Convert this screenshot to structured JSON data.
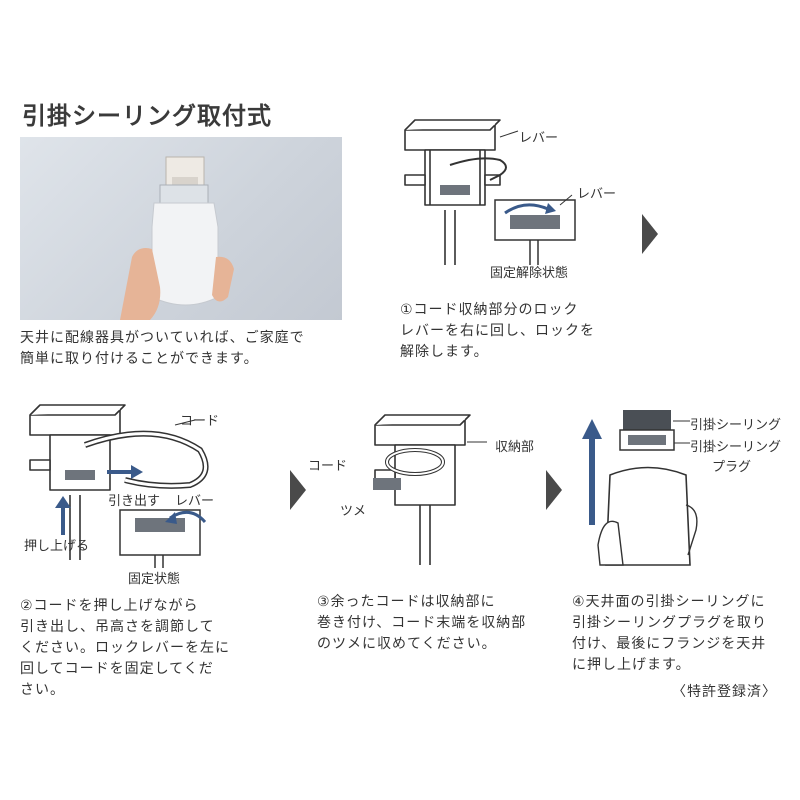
{
  "title": "引掛シーリング取付式",
  "intro": [
    "天井に配線器具がついていれば、ご家庭で",
    "簡単に取り付けることができます。"
  ],
  "step1": {
    "labels": {
      "lever1": "レバー",
      "lever2": "レバー",
      "state": "固定解除状態"
    },
    "text": [
      "①コード収納部分のロック",
      "レバーを右に回し、ロックを",
      "解除します。"
    ]
  },
  "step2": {
    "labels": {
      "cord": "コード",
      "pull": "引き出す",
      "lever": "レバー",
      "push": "押し上げる",
      "state": "固定状態"
    },
    "text": [
      "②コードを押し上げながら",
      "引き出し、吊高さを調節して",
      "ください。ロックレバーを左に",
      "回してコードを固定してくだ",
      "さい。"
    ]
  },
  "step3": {
    "labels": {
      "cord": "コード",
      "storage": "収納部",
      "claw": "ツメ"
    },
    "text": [
      "③余ったコードは収納部に",
      "巻き付け、コード末端を収納部",
      "のツメに収めてください。"
    ]
  },
  "step4": {
    "labels": {
      "ceiling": "引掛シーリング",
      "plug1": "引掛シーリング",
      "plug2": "プラグ"
    },
    "text": [
      "④天井面の引掛シーリングに",
      "引掛シーリングプラグを取り",
      "付け、最後にフランジを天井",
      "に押し上げます。"
    ]
  },
  "patent": "〈特許登録済〉",
  "colors": {
    "arrow_blue": "#3a5a8a",
    "part_gray": "#6e747c",
    "chevron": "#4a4a4a"
  },
  "icons": [
    "chevron-right-icon",
    "arrow-up-icon",
    "curved-arrow-icon"
  ]
}
